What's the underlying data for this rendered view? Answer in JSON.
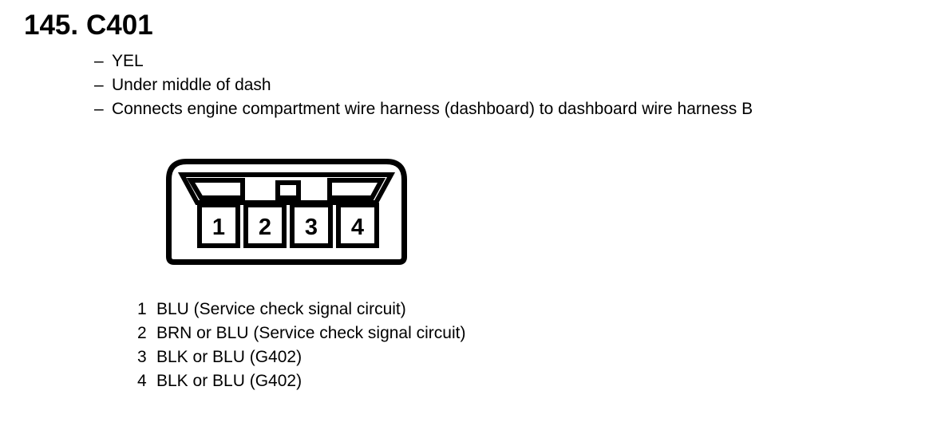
{
  "page": {
    "item_number": "145.",
    "title": "C401",
    "bullet_char": "–",
    "notes": [
      "YEL",
      "Under middle of dash",
      "Connects engine compartment wire harness (dashboard) to dashboard wire harness B"
    ]
  },
  "connector": {
    "pins": [
      {
        "number": "1",
        "description": "BLU (Service check signal circuit)"
      },
      {
        "number": "2",
        "description": "BRN or BLU (Service check signal circuit)"
      },
      {
        "number": "3",
        "description": "BLK or BLU (G402)"
      },
      {
        "number": "4",
        "description": "BLK or BLU (G402)"
      }
    ]
  },
  "colors": {
    "ink": "#000000",
    "paper": "#ffffff"
  }
}
